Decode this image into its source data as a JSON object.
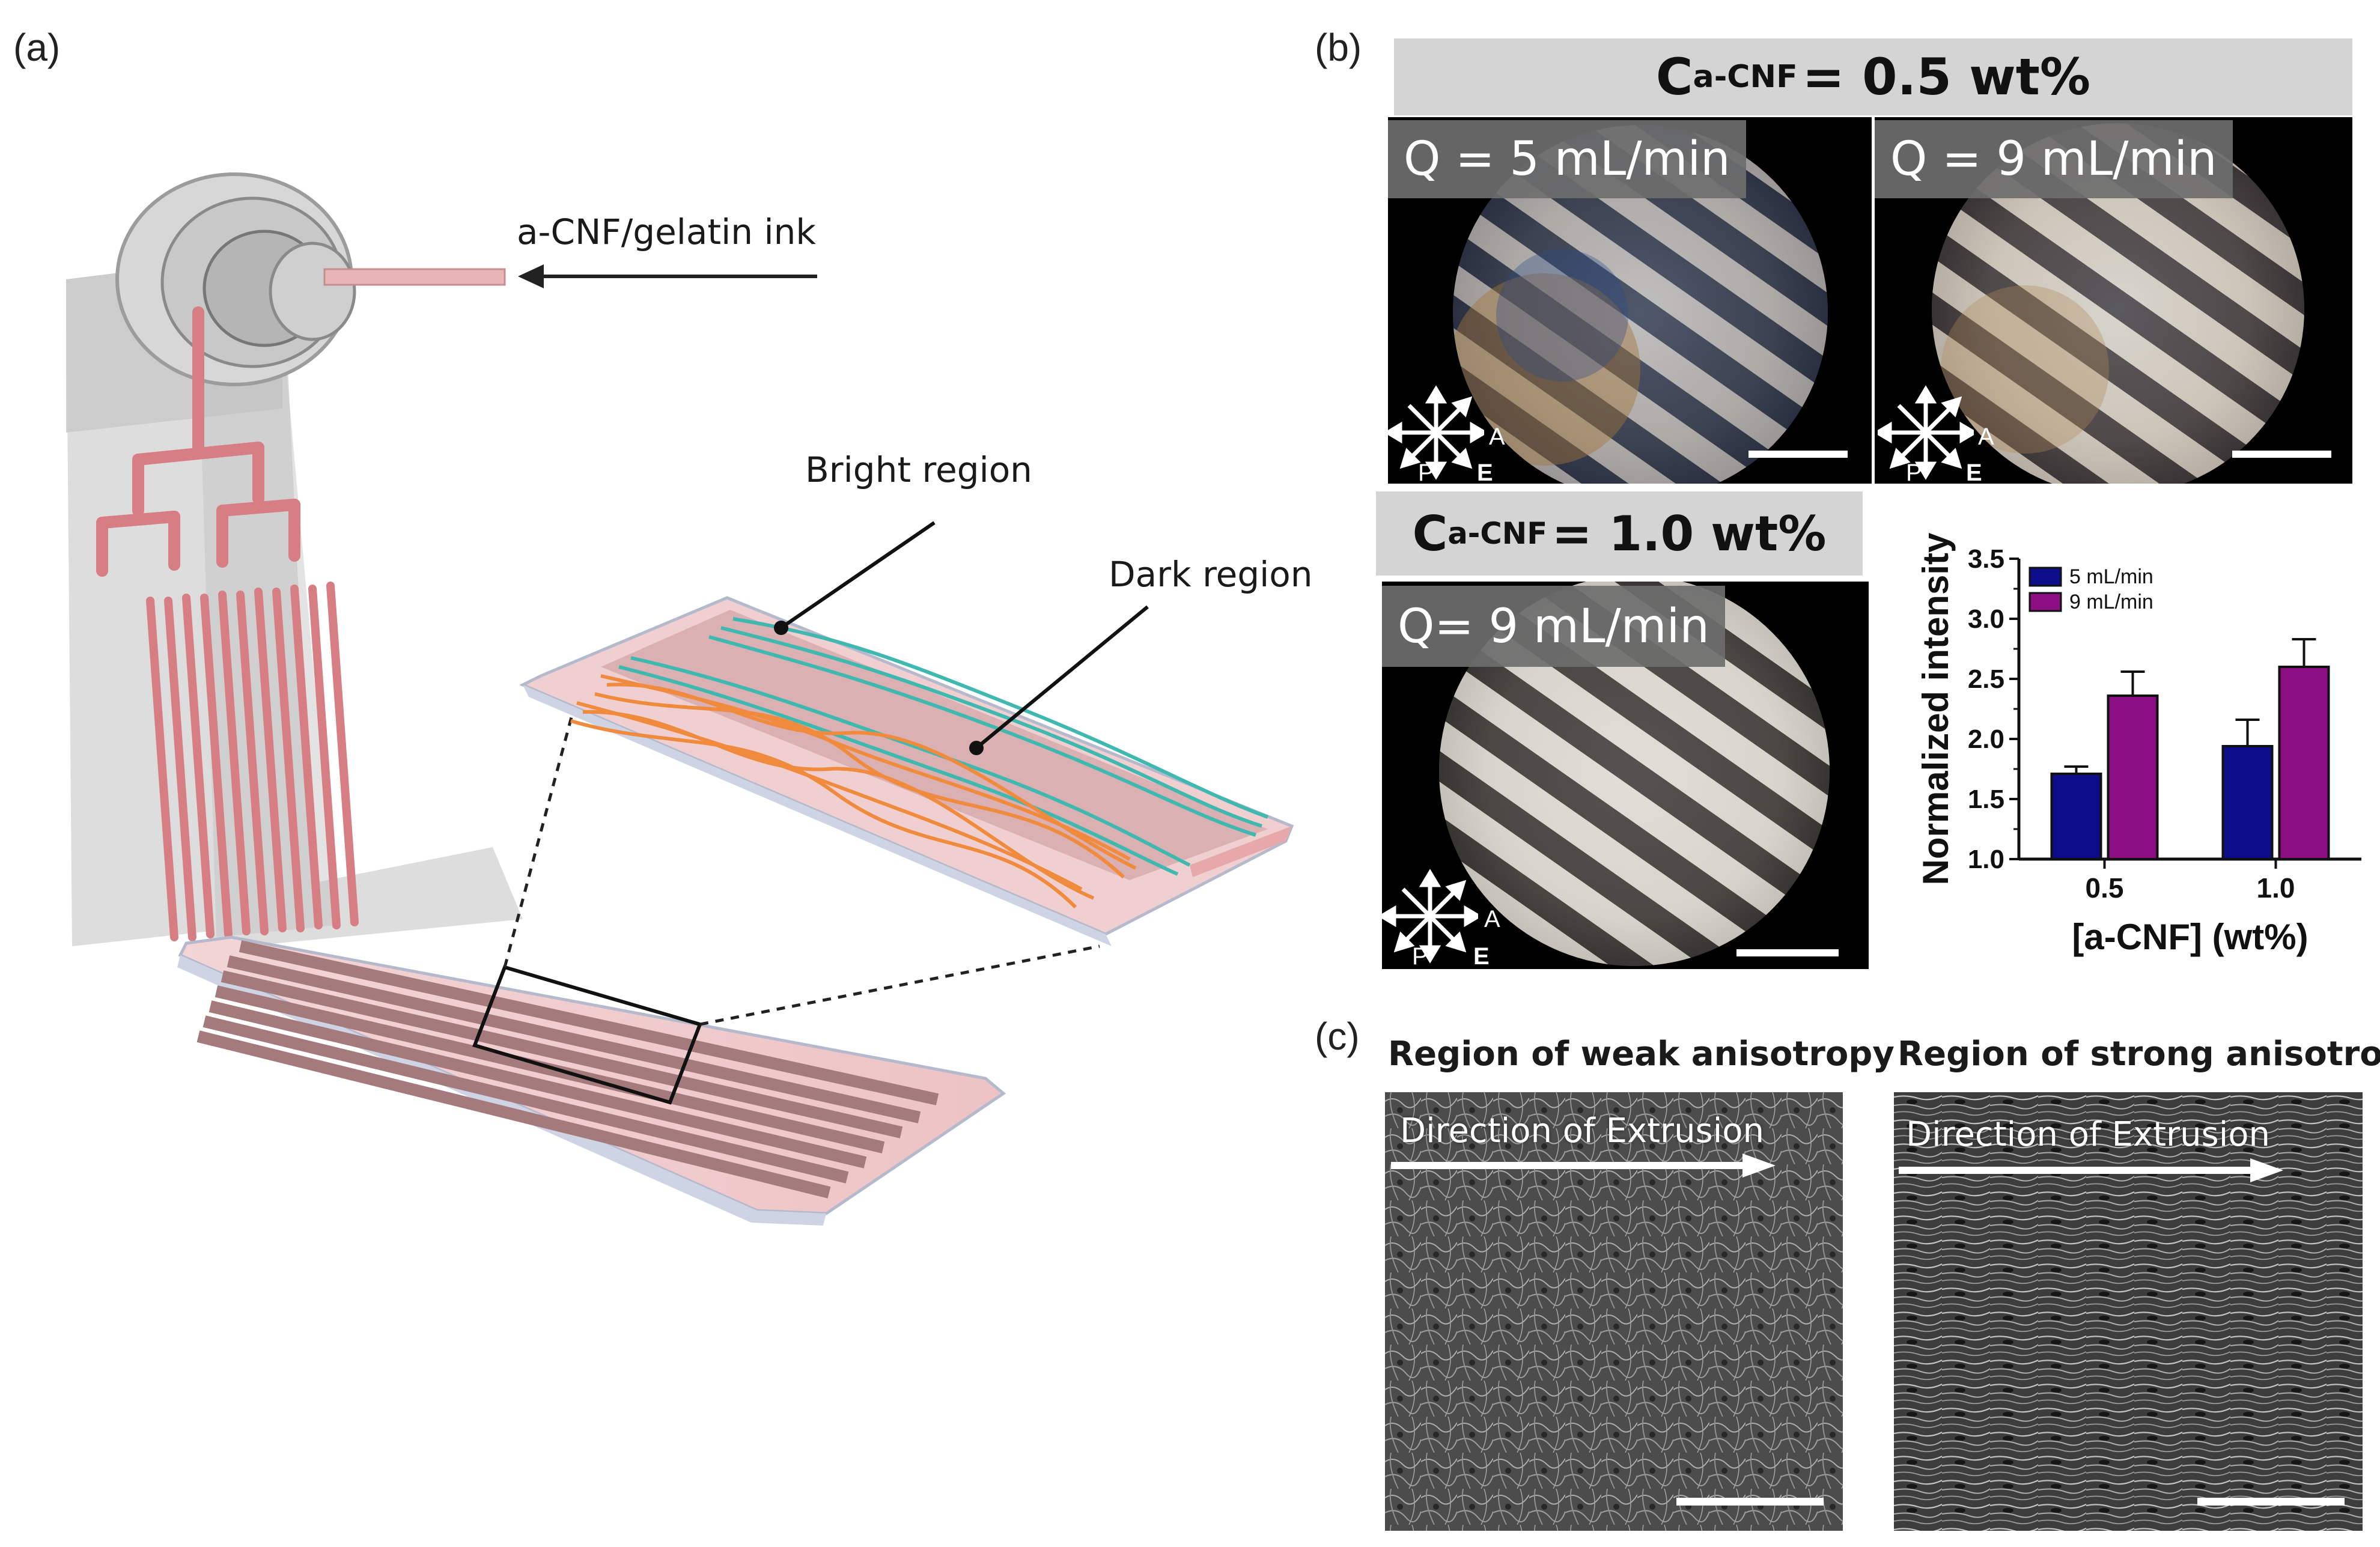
{
  "panels": {
    "a": "(a)",
    "b": "(b)",
    "c": "(c)"
  },
  "panel_a": {
    "ink_label": "a-CNF/gelatin ink",
    "bright_label": "Bright region",
    "dark_label": "Dark region"
  },
  "panel_b": {
    "banner_top": {
      "prefix": "C",
      "sub": "a-CNF",
      "suffix": " = 0.5 wt%"
    },
    "banner_mid": {
      "prefix": "C",
      "sub": "a-CNF",
      "suffix": " = 1.0 wt%"
    },
    "img1_label": "Q = 5 mL/min",
    "img2_label": "Q = 9 mL/min",
    "img3_label": "Q= 9 mL/min",
    "polarizer": {
      "p": "P",
      "a": "A",
      "e": "E"
    }
  },
  "panel_c": {
    "weak_title": "Region of weak anisotropy",
    "strong_title": "Region of strong anisotropy",
    "direction_label": "Direction of Extrusion"
  },
  "colors": {
    "series_5": "#0d0d8a",
    "series_9": "#8b0f82",
    "channel_pink": "#e39a9e",
    "fiber_bright": "#3fb8b0",
    "fiber_dark": "#f08a3c"
  },
  "chart_data": {
    "type": "bar",
    "categories": [
      "0.5",
      "1.0"
    ],
    "series": [
      {
        "name": "5 mL/min",
        "values": [
          1.71,
          1.94
        ],
        "errors": [
          0.06,
          0.22
        ]
      },
      {
        "name": "9 mL/min",
        "values": [
          2.36,
          2.6
        ],
        "errors": [
          0.2,
          0.23
        ]
      }
    ],
    "xlabel": "[a-CNF] (wt%)",
    "ylabel": "Normalized intensity",
    "ylim": [
      1.0,
      3.5
    ],
    "yticks": [
      "1.0",
      "1.5",
      "2.0",
      "2.5",
      "3.0",
      "3.5"
    ],
    "legend": "top-left",
    "grid": false
  }
}
